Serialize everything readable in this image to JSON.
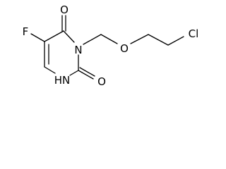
{
  "molecule": {
    "atoms": {
      "fluorine": "F",
      "oxygen_c4": "O",
      "nitrogen_n3": "N",
      "oxygen_ether": "O",
      "chlorine": "Cl",
      "nitrogen_n1": "H",
      "oxygen_c2": "O"
    },
    "n1_hydrogen": "H",
    "n1_nitrogen": "N"
  },
  "colors": {
    "ink": "#000000",
    "background": "#ffffff"
  }
}
